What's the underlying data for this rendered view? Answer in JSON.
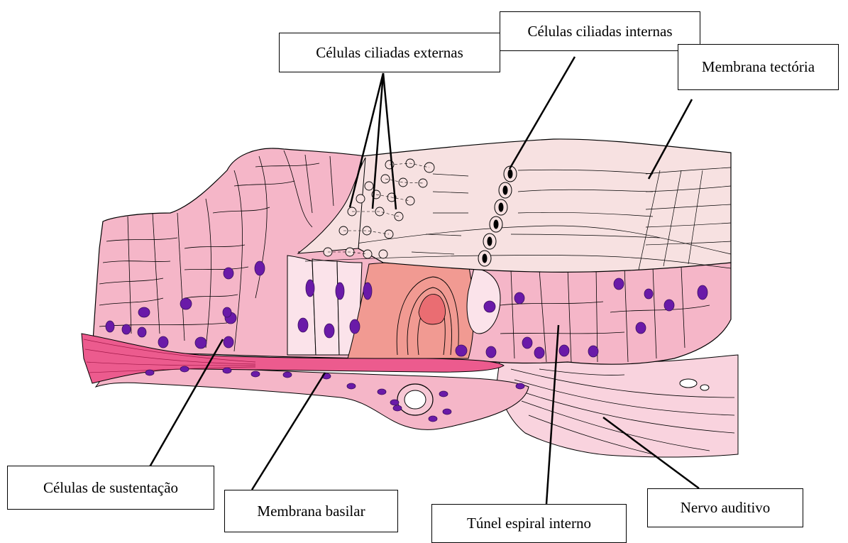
{
  "labels": {
    "celulas_ciliadas_externas": "Células ciliadas externas",
    "celulas_ciliadas_internas": "Células ciliadas internas",
    "membrana_tectoria": "Membrana tectória",
    "celulas_de_sustentacao": "Células de sustentação",
    "membrana_basilar": "Membrana basilar",
    "tunel_espiral_interno": "Túnel espiral interno",
    "nervo_auditivo": "Nervo auditivo"
  },
  "colors": {
    "tissue_pink": "#f5b6c8",
    "tissue_light": "#f9d3de",
    "tectorial": "#f7e1e1",
    "basilar_stripe": "#ec5b8e",
    "tunnel": "#f19a92",
    "nucleus": "#6a1aa8",
    "line": "#000000"
  }
}
